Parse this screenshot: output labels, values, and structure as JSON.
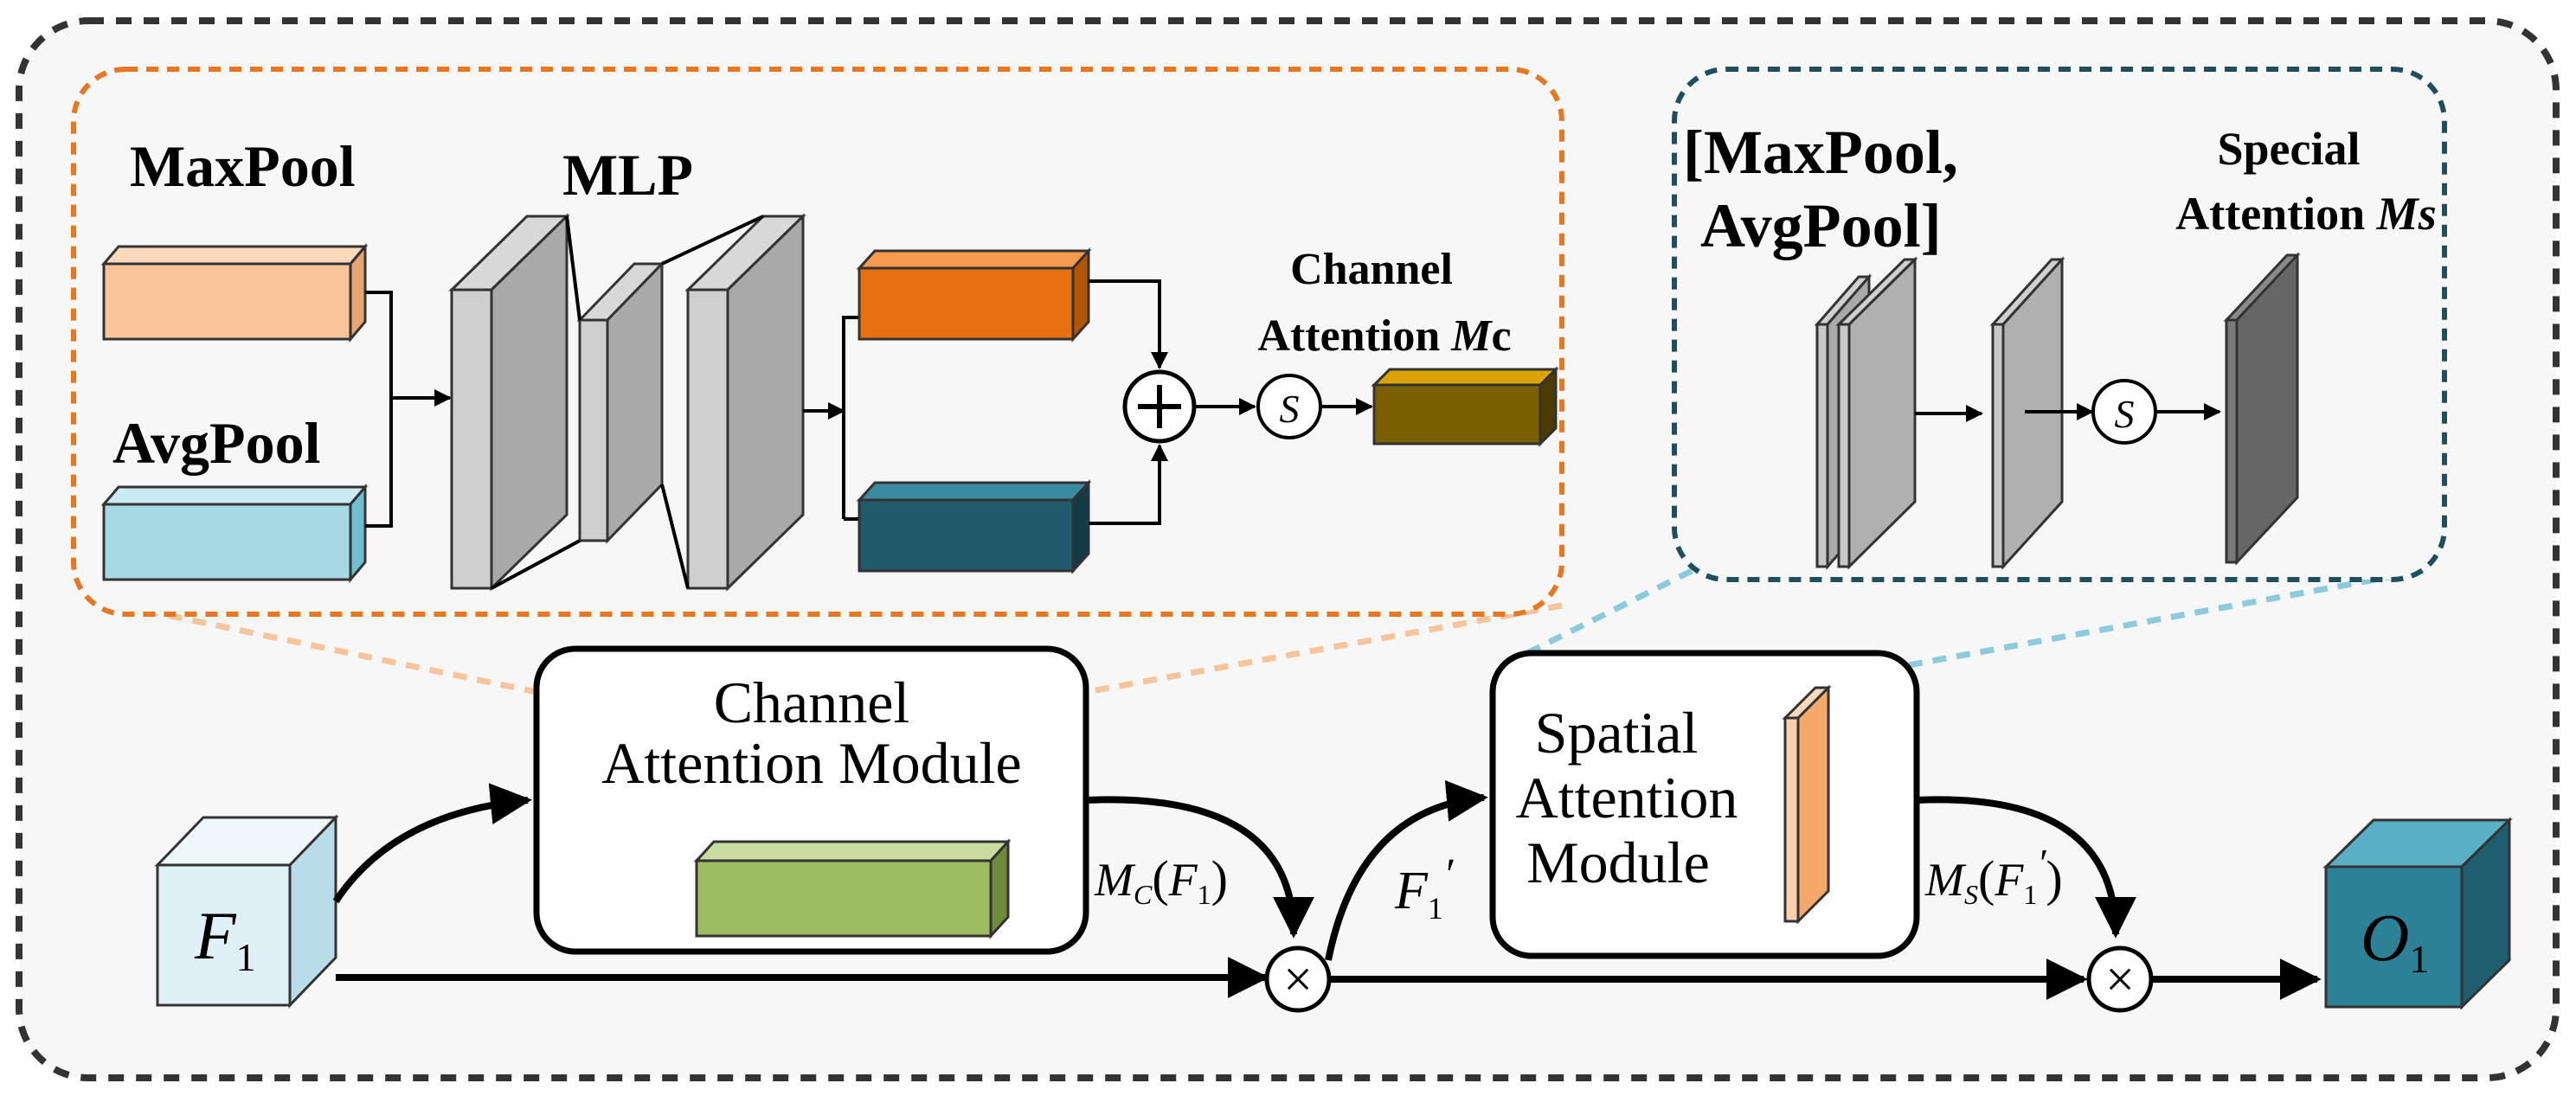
{
  "colors": {
    "orange_border": "#e87722",
    "teal_border": "#1f4f5c",
    "maxpool": "#f9c49a",
    "avgpool": "#a6d9e4",
    "mlp_gray": "#b3b3b3",
    "mlp_top_orange": "#e8700f",
    "mlp_bottom_teal": "#215a6b",
    "channel_att": "#7a6000",
    "channel_att_top": "#d9a400",
    "spatial_gray": "#b0b0b0",
    "spatial_dark": "#666666",
    "green_block": "#9dbb5f",
    "input_cube": "#dff0f6",
    "output_cube": "#2c8196"
  },
  "channel_detail": {
    "maxpool_label": "MaxPool",
    "avgpool_label": "AvgPool",
    "mlp_label": "MLP",
    "channel_att_line1": "Channel",
    "channel_att_line2": "Attention ",
    "channel_att_symbol": "M",
    "channel_att_suffix": "c",
    "plus_symbol": "+",
    "sigmoid_symbol": "S"
  },
  "spatial_detail": {
    "pool_line1": "[MaxPool,",
    "pool_line2": "AvgPool]",
    "special_line1": "Special",
    "special_line2": "Attention ",
    "special_symbol": "Ms",
    "sigmoid_symbol": "S"
  },
  "pipeline": {
    "input_label": "F",
    "input_sub": "1",
    "cam_line1": "Channel",
    "cam_line2": "Attention Module",
    "mc_label": "M",
    "mc_sub": "C",
    "mc_arg": "F",
    "mc_arg_sub": "1",
    "f1prime": "F",
    "f1prime_sub": "1",
    "prime": "′",
    "sam_line1": "Spatial",
    "sam_line2": "Attention",
    "sam_line3": "Module",
    "ms_label": "M",
    "ms_sub": "S",
    "ms_arg": "F",
    "ms_arg_sub": "1",
    "times_symbol": "×",
    "output_label": "O",
    "output_sub": "1"
  }
}
